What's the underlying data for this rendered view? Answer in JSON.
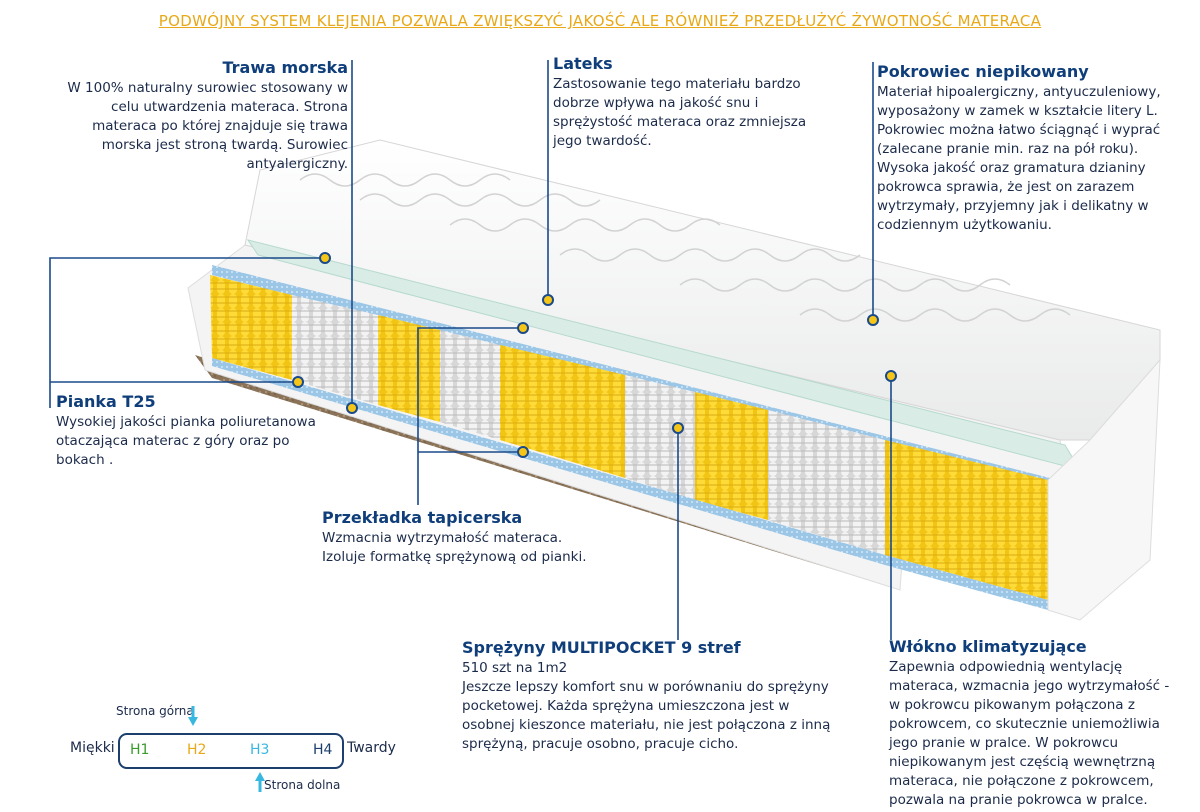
{
  "headline": "PODWÓJNY SYSTEM KLEJENIA POZWALA ZWIĘKSZYĆ JAKOŚĆ ALE RÓWNIEŻ PRZEDŁUŻYĆ ŻYWOTNOŚĆ MATERACA",
  "features": {
    "seaweed": {
      "title": "Trawa morska",
      "lines": [
        "W 100% naturalny surowiec stosowany w",
        "celu utwardzenia materaca. Strona",
        "materaca po której znajduje się trawa",
        "morska jest stroną twardą. Surowiec",
        "antyalergiczny."
      ]
    },
    "latex": {
      "title": "Lateks",
      "lines": [
        "Zastosowanie tego materiału bardzo",
        "dobrze wpływa na jakość snu i",
        "sprężystość materaca oraz zmniejsza",
        "jego twardość."
      ]
    },
    "cover": {
      "title": "Pokrowiec  niepikowany",
      "lines": [
        "Materiał hipoalergiczny, antyuczuleniowy,",
        "wyposażony w zamek w kształcie litery L.",
        "Pokrowiec można łatwo ściągnąć i wyprać",
        "(zalecane pranie min.  raz na pół roku).",
        "Wysoka jakość oraz gramatura dzianiny",
        "pokrowca sprawia, że jest on zarazem",
        "wytrzymały, przyjemny jak i delikatny w",
        "codziennym użytkowaniu."
      ]
    },
    "foam": {
      "title": "Pianka T25",
      "lines": [
        "Wysokiej jakości pianka poliuretanowa",
        "otaczająca materac z góry oraz po",
        "bokach ."
      ]
    },
    "padding": {
      "title": "Przekładka tapicerska",
      "lines": [
        "Wzmacnia wytrzymałość materaca.",
        "Izoluje formatkę sprężynową od pianki."
      ]
    },
    "springs": {
      "title": "Sprężyny MULTIPOCKET  9 stref",
      "lines": [
        "510 szt na 1m2",
        "Jeszcze lepszy komfort snu w porównaniu do sprężyny",
        "pocketowej. Każda sprężyna umieszczona jest w",
        "osobnej kieszonce materiału, nie jest połączona z inną",
        "sprężyną, pracuje osobno, pracuje cicho."
      ]
    },
    "fiber": {
      "title": "Włókno klimatyzujące",
      "lines": [
        "Zapewnia odpowiednią wentylację",
        "materaca, wzmacnia jego wytrzymałość -",
        "w pokrowcu pikowanym połączona z",
        "pokrowcem, co skutecznie uniemożliwia",
        "jego pranie w pralce. W pokrowcu",
        "niepikowanym jest częścią wewnętrzną",
        "materaca, nie połączone z pokrowcem,",
        "pozwala na pranie pokrowca w pralce."
      ]
    }
  },
  "legend": {
    "top_side": "Strona górna",
    "bottom_side": "Strona dolna",
    "soft": "Miękki",
    "hard": "Twardy",
    "levels": [
      {
        "label": "H1",
        "color": "#3a9a2a"
      },
      {
        "label": "H2",
        "color": "#e8a817"
      },
      {
        "label": "H3",
        "color": "#38b8e0"
      },
      {
        "label": "H4",
        "color": "#1c3f6e"
      }
    ]
  },
  "colors": {
    "accent_orange": "#e8a817",
    "callout_blue": "#1a4a8a",
    "dot_yellow": "#f5c518",
    "title_blue": "#0f3e7a"
  }
}
